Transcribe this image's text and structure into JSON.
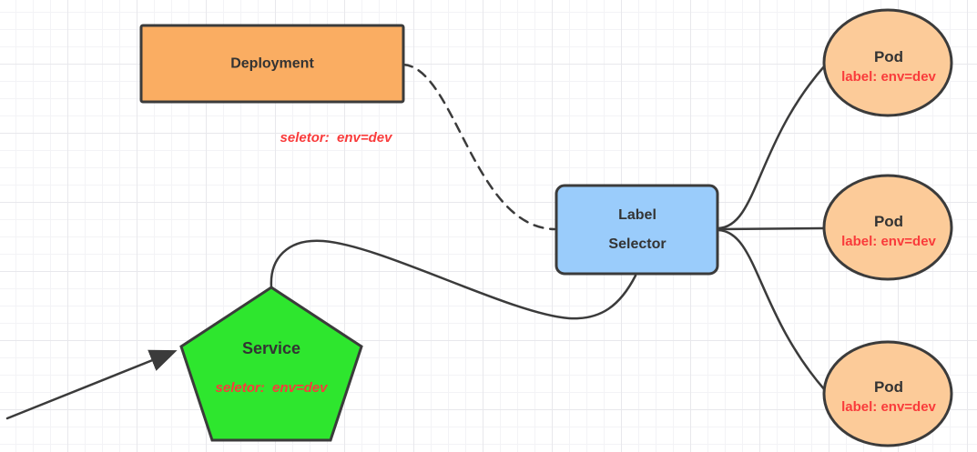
{
  "diagram": {
    "title": "kubernetes label selector diagram",
    "colors": {
      "stroke": "#3b3b3b",
      "deployment_fill": "#faad62",
      "pod_fill": "#fccb99",
      "selector_fill": "#9accfb",
      "service_fill": "#2ee62e",
      "text_dark": "#333333",
      "text_red": "#f93b3b"
    },
    "nodes": {
      "deployment": {
        "label": "Deployment",
        "selector_note": "seletor:  env=dev"
      },
      "label_selector": {
        "line1": "Label",
        "line2": "Selector"
      },
      "service": {
        "label": "Service",
        "selector_note": "seletor:  env=dev"
      },
      "pods": [
        {
          "label": "Pod",
          "sub": "label: env=dev"
        },
        {
          "label": "Pod",
          "sub": "label: env=dev"
        },
        {
          "label": "Pod",
          "sub": "label: env=dev"
        }
      ]
    }
  }
}
